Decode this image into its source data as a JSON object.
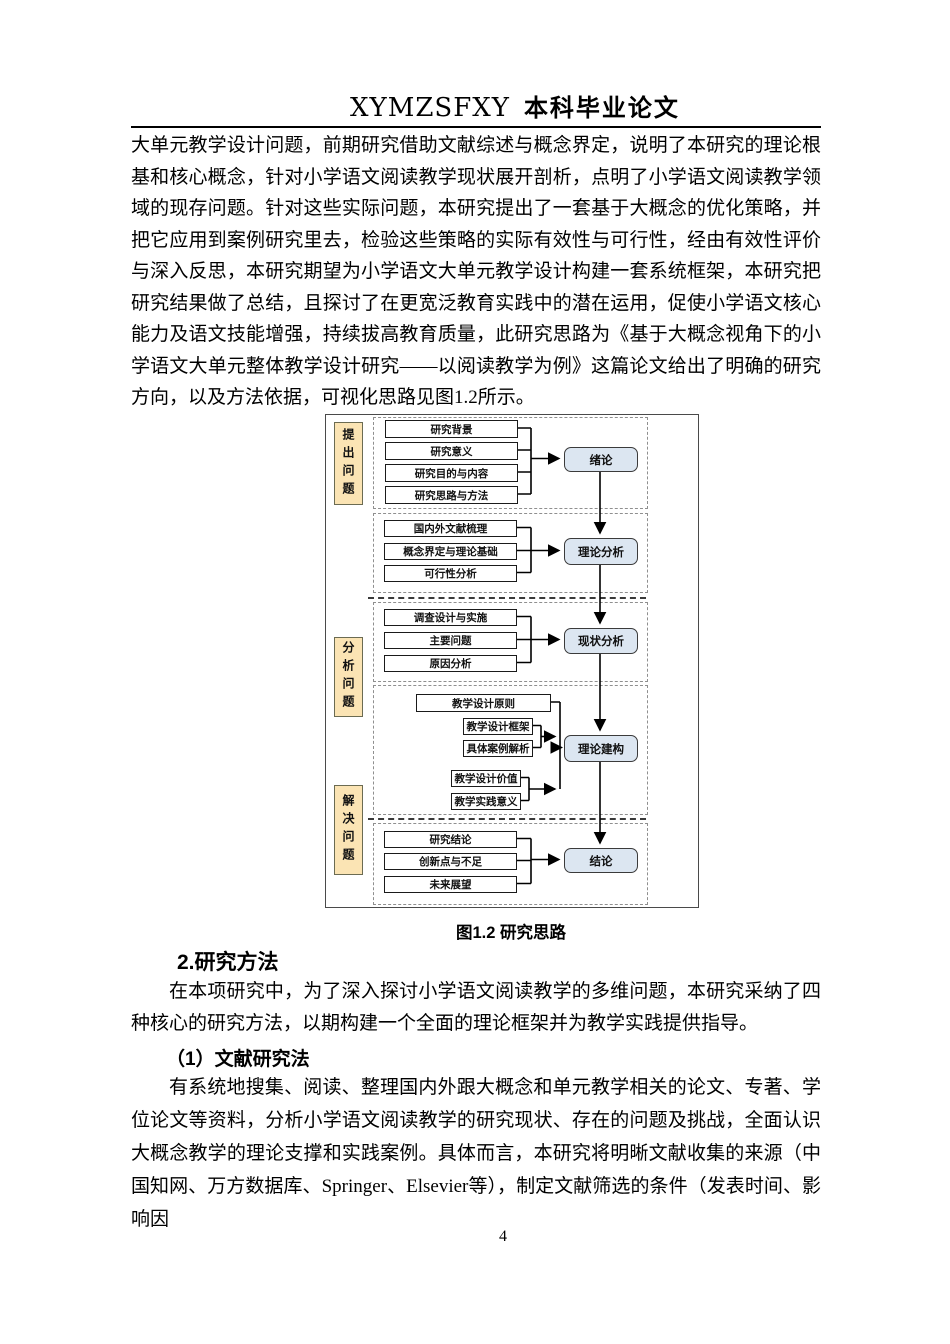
{
  "header": {
    "title_latin": "XYMZSFXY",
    "title_cn": "本科毕业论文"
  },
  "paragraphs": {
    "p1": "大单元教学设计问题，前期研究借助文献综述与概念界定，说明了本研究的理论根基和核心概念，针对小学语文阅读教学现状展开剖析，点明了小学语文阅读教学领域的现存问题。针对这些实际问题，本研究提出了一套基于大概念的优化策略，并把它应用到案例研究里去，检验这些策略的实际有效性与可行性，经由有效性评价与深入反思，本研究期望为小学语文大单元教学设计构建一套系统框架，本研究把研究结果做了总结，且探讨了在更宽泛教育实践中的潜在运用，促使小学语文核心能力及语文技能增强，持续拔高教育质量，此研究思路为《基于大概念视角下的小学语文大单元整体教学设计研究——以阅读教学为例》这篇论文给出了明确的研究方向，以及方法依据，可视化思路见图1.2所示。",
    "p2": "在本项研究中，为了深入探讨小学语文阅读教学的多维问题，本研究采纳了四种核心的研究方法，以期构建一个全面的理论框架并为教学实践提供指导。",
    "p3": "有系统地搜集、阅读、整理国内外跟大概念和单元教学相关的论文、专著、学位论文等资料，分析小学语文阅读教学的研究现状、存在的问题及挑战，全面认识大概念教学的理论支撑和实践案例。具体而言，本研究将明晰文献收集的来源（中国知网、万方数据库、Springer、Elsevier等），制定文献筛选的条件（发表时间、影响因"
  },
  "headings": {
    "section": "2.研究方法",
    "subsection": "（1）文献研究法"
  },
  "figure": {
    "caption": "图1.2 研究思路"
  },
  "flowchart": {
    "phases": [
      "提出问题",
      "分析问题",
      "解决问题"
    ],
    "stages": [
      {
        "items": [
          "研究背景",
          "研究意义",
          "研究目的与内容",
          "研究思路与方法"
        ],
        "result": "绪论"
      },
      {
        "items": [
          "国内外文献梳理",
          "概念界定与理论基础",
          "可行性分析"
        ],
        "result": "理论分析"
      },
      {
        "items": [
          "调查设计与实施",
          "主要问题",
          "原因分析"
        ],
        "result": "现状分析"
      },
      {
        "items": [
          "教学设计原则",
          "教学设计框架",
          "具体案例解析",
          "教学设计价值",
          "教学实践意义"
        ],
        "result": "理论建构"
      },
      {
        "items": [
          "研究结论",
          "创新点与不足",
          "未来展望"
        ],
        "result": "结论"
      }
    ],
    "colors": {
      "phase_fill": "#fbe4b4",
      "result_fill": "#dce6f1",
      "box_fill": "#ffffff"
    }
  },
  "footer": {
    "page_number": "4"
  }
}
